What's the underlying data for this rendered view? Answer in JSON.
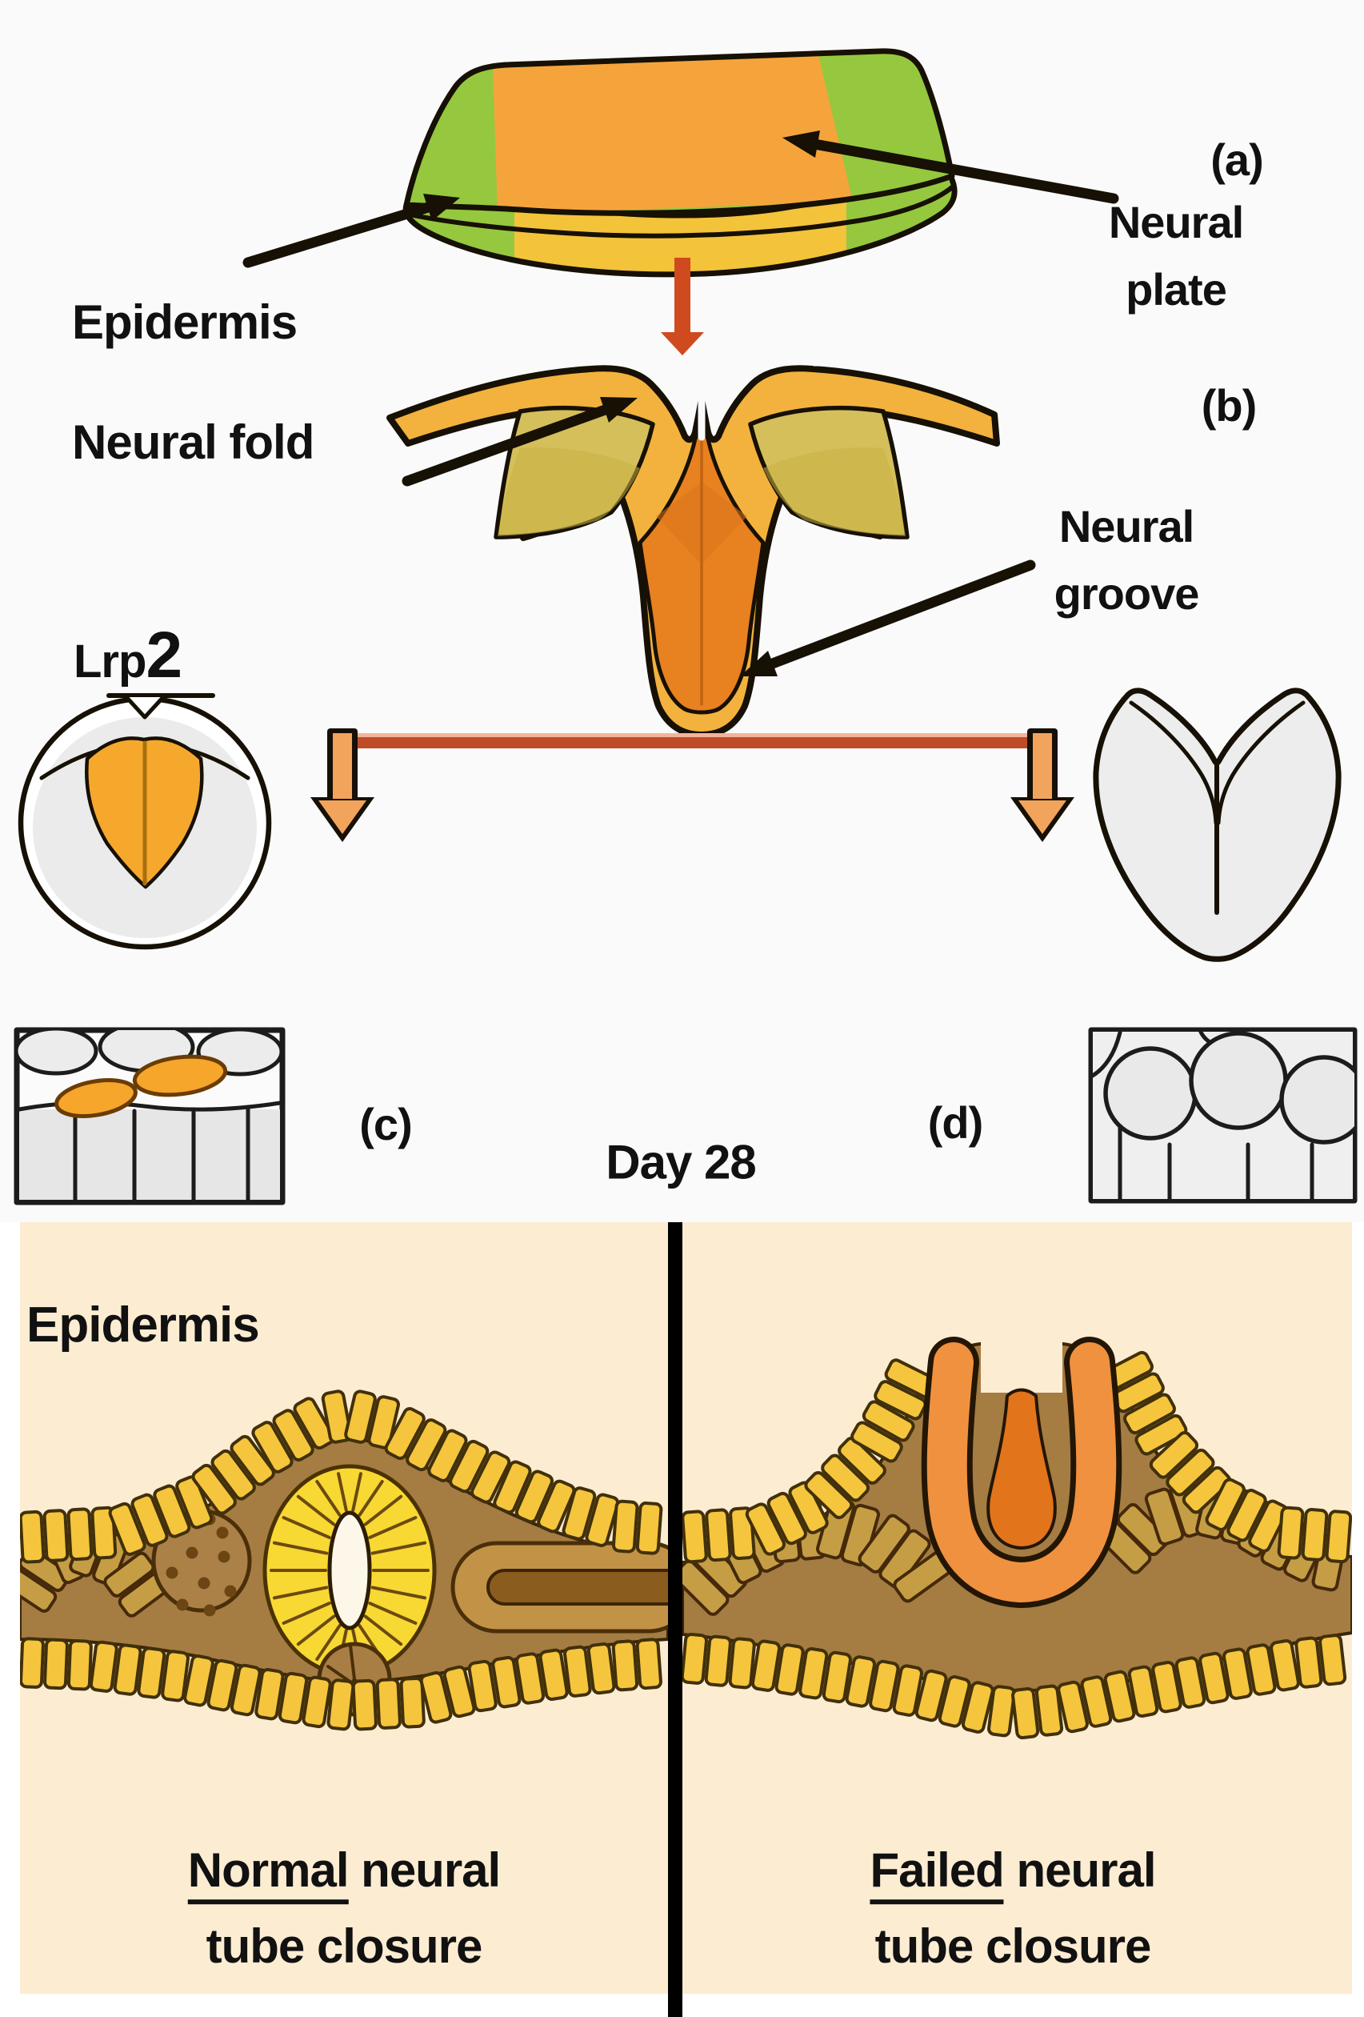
{
  "stage_tags": {
    "a": "(a)",
    "b": "(b)",
    "c": "(c)",
    "d": "(d)"
  },
  "annotations": {
    "epidermis": "Epidermis",
    "neural_plate": [
      "Neural",
      "plate"
    ],
    "neural_fold": "Neural fold",
    "neural_groove": [
      "Neural",
      "groove"
    ],
    "gene_symbol": [
      "Lrp",
      "2"
    ]
  },
  "timepoint": "Day 28",
  "outcomes": {
    "epidermis": "Epidermis",
    "normal": {
      "emphasis": "Normal",
      "line1_rest": " neural",
      "line2": "tube closure"
    },
    "failed": {
      "emphasis": "Failed",
      "line1_rest": " neural",
      "line2": "tube closure"
    }
  },
  "colors": {
    "ink": "#171005",
    "text": "#111111",
    "bg_top": "#fafafa",
    "bg_panel": "#fcecd2",
    "epidermis_green": "#95c83e",
    "plate_orange": "#f5a43c",
    "plate_yellow": "#f3c33a",
    "fold_gold": "#f2b23d",
    "fold_olive": "#d5bf5a",
    "groove_orange": "#e8811f",
    "gray_cell": "#ebebeb",
    "brown_band": "#a57c42",
    "cell_gold": "#f5c53d",
    "cell_outline": "#41300a",
    "rosette_yellow": "#f8d832",
    "somite_tan": "#c59d44",
    "tube_outer_orange": "#f0913f",
    "tube_inner_orange": "#e2741c",
    "red_arrow": "#d04a20",
    "connector_red": "#c04b28",
    "block_arrow_orange": "#f2a45c"
  }
}
